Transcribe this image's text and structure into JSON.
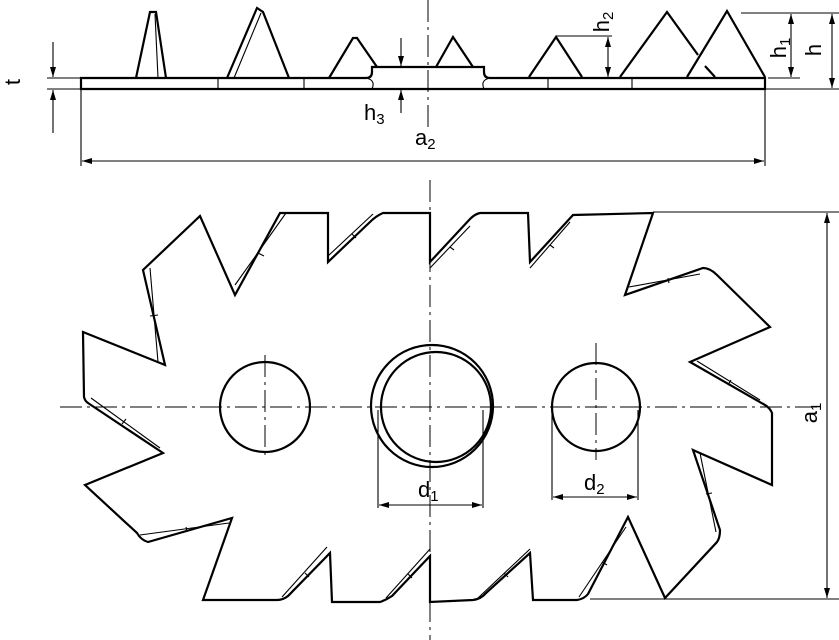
{
  "title": "Toothed plate connector drawing",
  "labels": {
    "t": "t",
    "h": "h",
    "h1": {
      "base": "h",
      "sub": "1"
    },
    "h2": {
      "base": "h",
      "sub": "2"
    },
    "h3": {
      "base": "h",
      "sub": "3"
    },
    "a1": {
      "base": "a",
      "sub": "1"
    },
    "a2": {
      "base": "a",
      "sub": "2"
    },
    "d1": {
      "base": "d",
      "sub": "1"
    },
    "d2": {
      "base": "d",
      "sub": "2"
    }
  }
}
